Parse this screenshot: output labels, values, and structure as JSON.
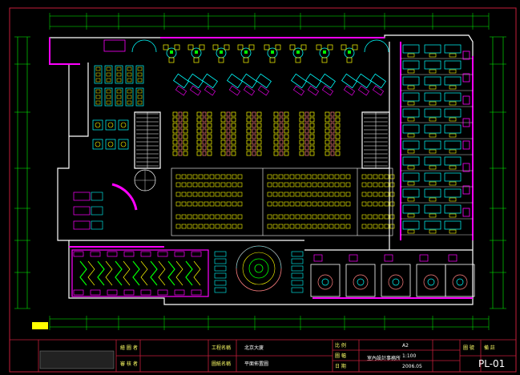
{
  "drawing": {
    "sheet_number": "PL-01",
    "colors": {
      "background": "#000000",
      "frame": "#c41e3a",
      "wall": "#ffffff",
      "accent": "#ff00ff",
      "dimension": "#00ff00",
      "furniture_a": "#ffff00",
      "furniture_b": "#00ffff",
      "furniture_c": "#ff8080"
    }
  },
  "title_block": {
    "label_draw": "繪 圖 者",
    "label_review": "審 核 者",
    "label_project": "工程名稱",
    "label_sheet": "圖紙名稱",
    "project_name": "北京大廈",
    "sheet_name": "平面佈置圖",
    "label_scale": "比 例",
    "label_size": "圖 幅",
    "label_date": "日 期",
    "label_no": "圖 號",
    "size_value": "A2",
    "scale_value": "1:100",
    "date_value": "2006.05",
    "office_name": "室內設計事務所",
    "remark_label": "備 註"
  }
}
